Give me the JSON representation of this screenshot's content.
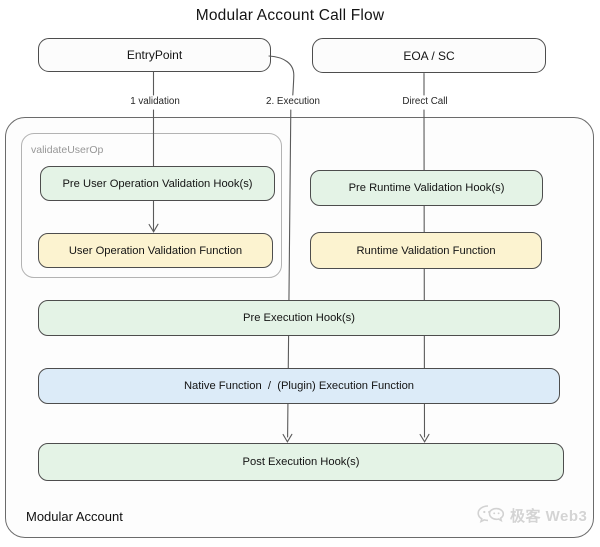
{
  "title": "Modular Account Call Flow",
  "top_nodes": {
    "entrypoint": "EntryPoint",
    "eoa_sc": "EOA / SC"
  },
  "edges": {
    "validation": "1 validation",
    "execution": "2. Execution",
    "direct_call": "Direct Call"
  },
  "modular_account": {
    "label": "Modular Account",
    "validate_userop_group": {
      "label": "validateUserOp",
      "pre_userop_hooks": "Pre User Operation Validation Hook(s)",
      "userop_validation_fn": "User Operation Validation Function"
    },
    "pre_runtime_hooks": "Pre Runtime Validation Hook(s)",
    "runtime_validation_fn": "Runtime Validation Function",
    "pre_execution_hooks": "Pre Execution Hook(s)",
    "execution_fn": "Native Function  /  (Plugin) Execution Function",
    "post_execution_hooks": "Post Execution Hook(s)"
  },
  "watermark": {
    "icon": "wechat-icon",
    "text": "极客 Web3"
  },
  "colors": {
    "hook_green": "#e4f3e6",
    "validation_yellow": "#fcf3d0",
    "execution_blue": "#dcebf8",
    "node_border": "#4d4d4d",
    "group_border": "#b3b3b3",
    "container_border": "#6b6b6b",
    "line": "#5a5a5a",
    "muted_label": "#979797",
    "watermark_gray": "#d4d4d4"
  }
}
